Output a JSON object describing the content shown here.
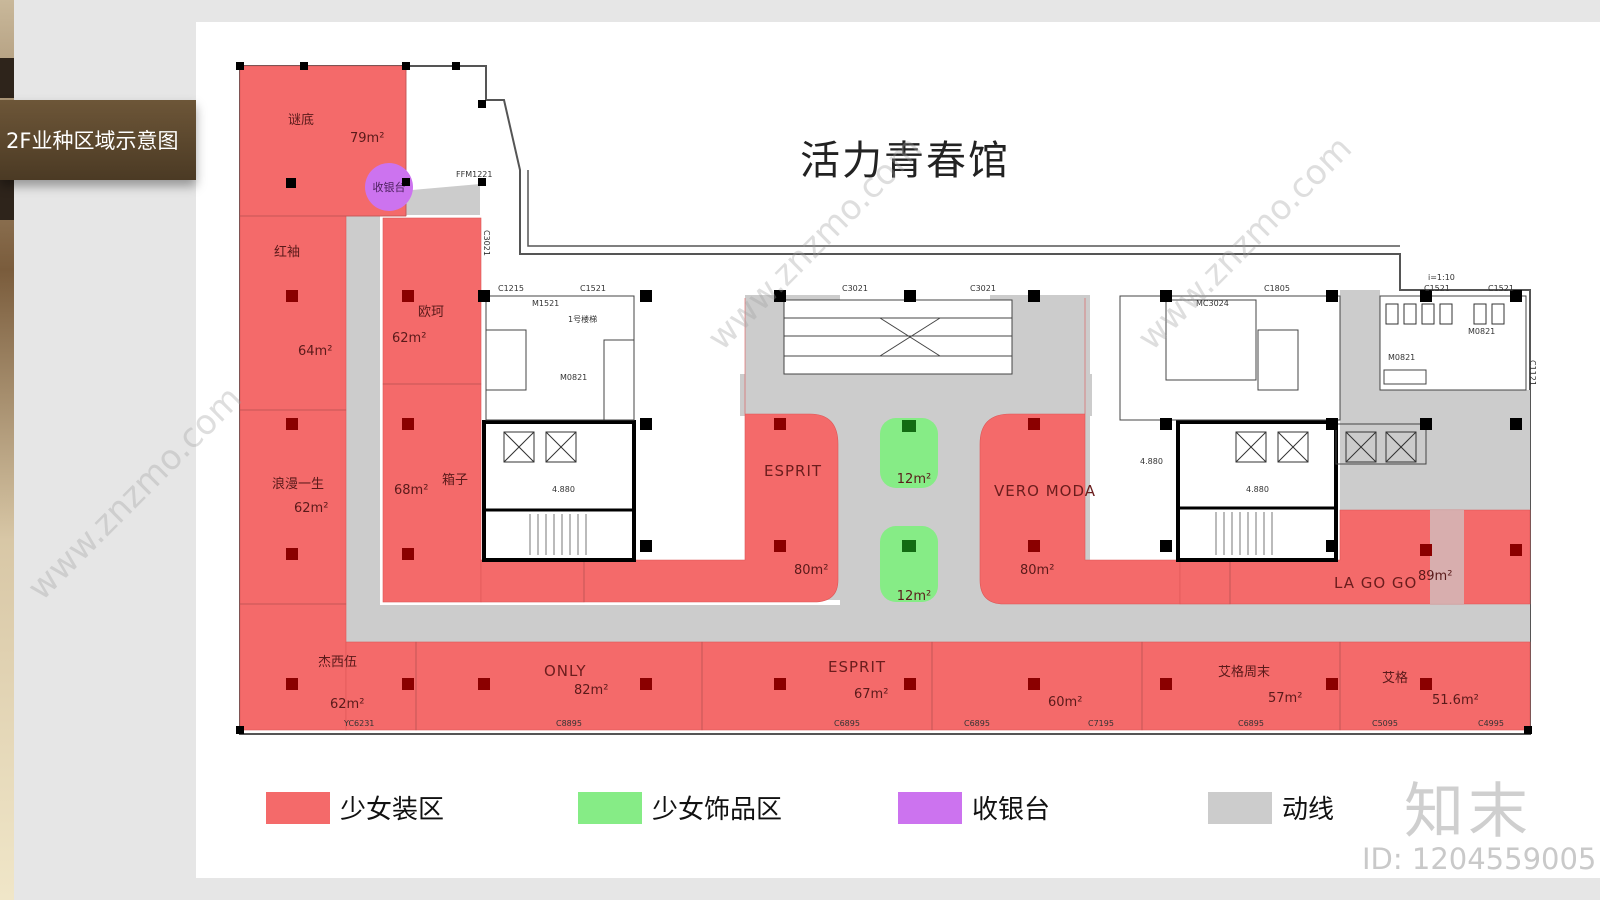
{
  "header": {
    "section_title": "2F业种区域示意图",
    "main_title": "活力青春馆"
  },
  "colors": {
    "girls_apparel": "#f46a6a",
    "girls_accessories": "#86ec86",
    "cashier": "#cc73ef",
    "circulation": "#cccccc",
    "background": "#e6e6e6"
  },
  "zones": [
    {
      "name": "谜底",
      "area": "79m²"
    },
    {
      "name": "红袖",
      "area": "64m²"
    },
    {
      "name": "浪漫一生",
      "area": "62m²"
    },
    {
      "name": "杰西伍",
      "area": "62m²"
    },
    {
      "name": "欧珂",
      "area": "62m²"
    },
    {
      "name": "箱子",
      "area": "68m²"
    },
    {
      "name": "ESPRIT",
      "area": "80m²"
    },
    {
      "name": "VERO MODA",
      "area": "80m²"
    },
    {
      "name": "LA GO GO",
      "area": "89m²"
    },
    {
      "name": "ONLY",
      "area": "82m²"
    },
    {
      "name": "ESPRIT",
      "area": "67m²"
    },
    {
      "name": "",
      "area": "60m²"
    },
    {
      "name": "艾格周末",
      "area": "57m²"
    },
    {
      "name": "艾格",
      "area": "51.6m²"
    }
  ],
  "kiosks": [
    {
      "area": "12m²"
    },
    {
      "area": "12m²"
    }
  ],
  "cashier_label": "收银台",
  "plan_labels": {
    "stair_note": "1号楼梯",
    "elev_dim_left": "4.880",
    "elev_dim_right": "4.880",
    "elev_dim_right2": "4.880",
    "slope": "i=1:10",
    "door_c3021_a": "C3021",
    "door_c3021_b": "C3021",
    "door_c1521": "C1521",
    "door_m1521": "M1521",
    "door_c1805": "C1805",
    "door_mc3024": "MC3024",
    "door_fm1221": "FFM1221",
    "door_c3021_side": "C3021",
    "door_m0821": "M0821",
    "door_c1521_r": "C1521",
    "door_c1521_r2": "C1521",
    "door_m0821_r": "M0821",
    "door_m0821_r2": "M0821",
    "door_c1215": "C1215",
    "door_c1121": "C1121",
    "bot_c6895_a": "C6895",
    "bot_c6895_b": "C6895",
    "bot_c6895_c": "C6895",
    "bot_c7195": "C7195",
    "bot_c8895": "C8895",
    "bot_c5095": "C5095",
    "bot_c4995": "C4995",
    "bot_yc6231": "YC6231"
  },
  "legend": [
    {
      "label": "少女装区",
      "color": "#f46a6a"
    },
    {
      "label": "少女饰品区",
      "color": "#86ec86"
    },
    {
      "label": "收银台",
      "color": "#cc73ef"
    },
    {
      "label": "动线",
      "color": "#cccccc"
    }
  ],
  "watermark": {
    "site": "www.znzmo.com",
    "brand": "知末",
    "id": "ID: 1204559005"
  }
}
